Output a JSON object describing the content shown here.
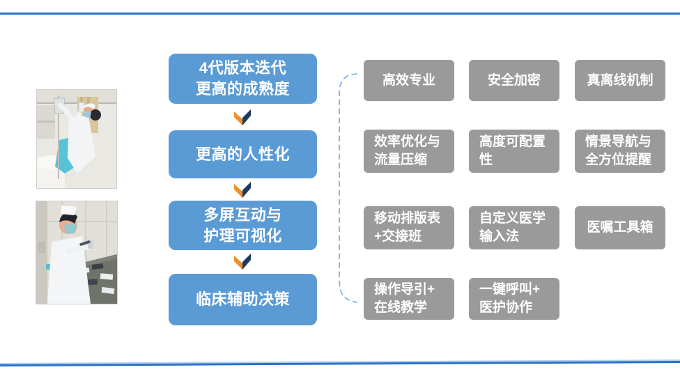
{
  "slide": {
    "theme": {
      "flow_box_color": "#5B9BD5",
      "feature_box_color": "#9A9A9A",
      "arrow_orange": "#EE8F2C",
      "arrow_navy": "#1F3A5E",
      "bracket_color": "#7FB2E3",
      "rule_dark_blue": "#2B71C8",
      "rule_light_blue": "#AECFF0"
    },
    "photos": [
      {
        "alt": "护士扫描输液袋照片"
      },
      {
        "alt": "护士核对药品照片"
      }
    ],
    "flow_boxes": [
      {
        "line1": "4代版本迭代",
        "line2": "更高的成熟度"
      },
      {
        "line1": "更高的人性化"
      },
      {
        "line1": "多屏互动与",
        "line2": "护理可视化"
      },
      {
        "line1": "临床辅助决策"
      }
    ],
    "feature_boxes": [
      {
        "line1": "高效专业"
      },
      {
        "line1": "安全加密"
      },
      {
        "line1": "真离线机制"
      },
      {
        "line1": "效率优化与",
        "line2": "流量压缩"
      },
      {
        "line1": "高度可配置",
        "line2": "性"
      },
      {
        "line1": "情景导航与",
        "line2": "全方位提醒"
      },
      {
        "line1": "移动排版表",
        "line2": "+交接班"
      },
      {
        "line1": "自定义医学",
        "line2": "输入法"
      },
      {
        "line1": "医嘱工具箱"
      },
      {
        "line1": "操作导引+",
        "line2": "在线教学"
      },
      {
        "line1": "一键呼叫+",
        "line2": "医护协作"
      }
    ]
  }
}
